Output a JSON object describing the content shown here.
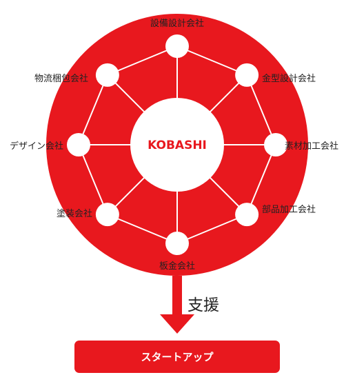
{
  "colors": {
    "brand_red": "#E8181E",
    "node_fill": "#ffffff",
    "connector": "#ffffff",
    "text": "#222222"
  },
  "center": {
    "label": "KOBASHI"
  },
  "nodes": [
    {
      "id": "design-eng",
      "label": "設備設計会社"
    },
    {
      "id": "mold-design",
      "label": "金型設計会社"
    },
    {
      "id": "materials",
      "label": "素材加工会社"
    },
    {
      "id": "parts",
      "label": "部品加工会社"
    },
    {
      "id": "sheet-metal",
      "label": "板金会社"
    },
    {
      "id": "painting",
      "label": "塗装会社"
    },
    {
      "id": "design",
      "label": "デザイン会社"
    },
    {
      "id": "logistics",
      "label": "物流梱包会社"
    }
  ],
  "support": {
    "label": "支援"
  },
  "startup": {
    "label": "スタートアップ"
  }
}
